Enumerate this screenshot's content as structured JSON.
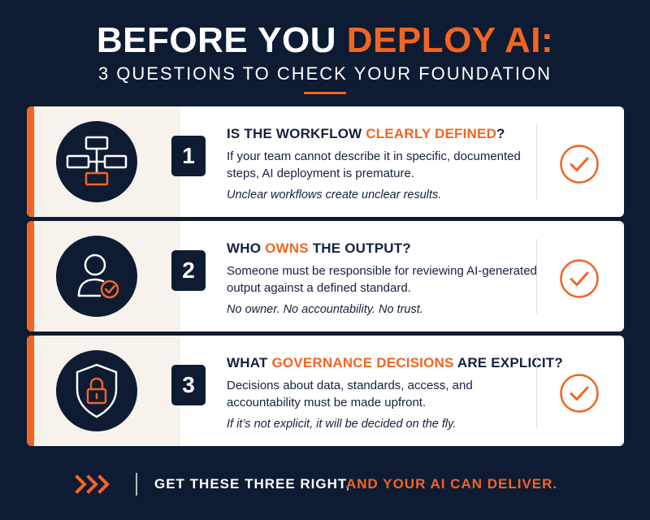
{
  "header": {
    "title_part1": "BEFORE YOU ",
    "title_accent": "DEPLOY AI:",
    "subtitle": "3 QUESTIONS TO CHECK YOUR FOUNDATION"
  },
  "colors": {
    "background": "#0d1c33",
    "accent": "#f26522",
    "card": "#ffffff",
    "icon_panel": "#f7f2ec"
  },
  "cards": [
    {
      "number": "1",
      "question_pre": "IS THE WORKFLOW ",
      "question_hl": "CLEARLY DEFINED",
      "question_post": "?",
      "body": "If your team cannot describe it in specific, documented steps, AI deployment is premature.",
      "note": "Unclear workflows create unclear results.",
      "icon": "flowchart-icon"
    },
    {
      "number": "2",
      "question_pre": "WHO ",
      "question_hl": "OWNS",
      "question_post": " THE OUTPUT?",
      "body": "Someone must be responsible for reviewing AI-generated output against a defined standard.",
      "note": "No owner. No accountability. No trust.",
      "icon": "user-check-icon"
    },
    {
      "number": "3",
      "question_pre": "WHAT ",
      "question_hl": "GOVERNANCE DECISIONS",
      "question_post": " ARE EXPLICIT?",
      "body": "Decisions about data, standards, access, and accountability must be made upfront.",
      "note": "If it’s not explicit, it will be decided on the fly.",
      "icon": "shield-lock-icon"
    }
  ],
  "footer": {
    "text_white": "GET THESE THREE RIGHT,",
    "text_orange": "AND YOUR AI CAN DELIVER."
  }
}
